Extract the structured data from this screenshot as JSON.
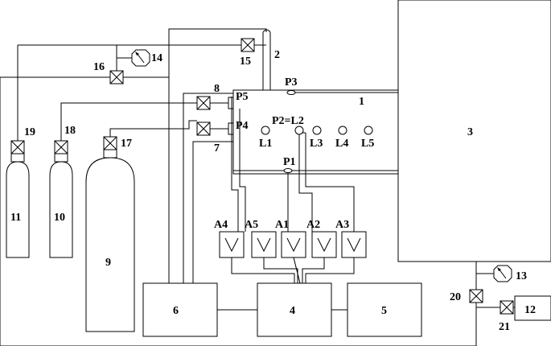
{
  "labels": {
    "n1": "1",
    "n2": "2",
    "n3": "3",
    "n4": "4",
    "n5": "5",
    "n6": "6",
    "n7": "7",
    "n8": "8",
    "n9": "9",
    "n10": "10",
    "n11": "11",
    "n12": "12",
    "n13": "13",
    "n14": "14",
    "n15": "15",
    "n16": "16",
    "n17": "17",
    "n18": "18",
    "n19": "19",
    "n20": "20",
    "n21": "21",
    "p1": "P1",
    "p2l2": "P2=L2",
    "p3": "P3",
    "p4": "P4",
    "p5": "P5",
    "l1": "L1",
    "l3": "L3",
    "l4": "L4",
    "l5": "L5",
    "a1": "A1",
    "a2": "A2",
    "a3": "A3",
    "a4": "A4",
    "a5": "A5"
  },
  "colors": {
    "stroke": "#000000",
    "background": "#ffffff"
  }
}
